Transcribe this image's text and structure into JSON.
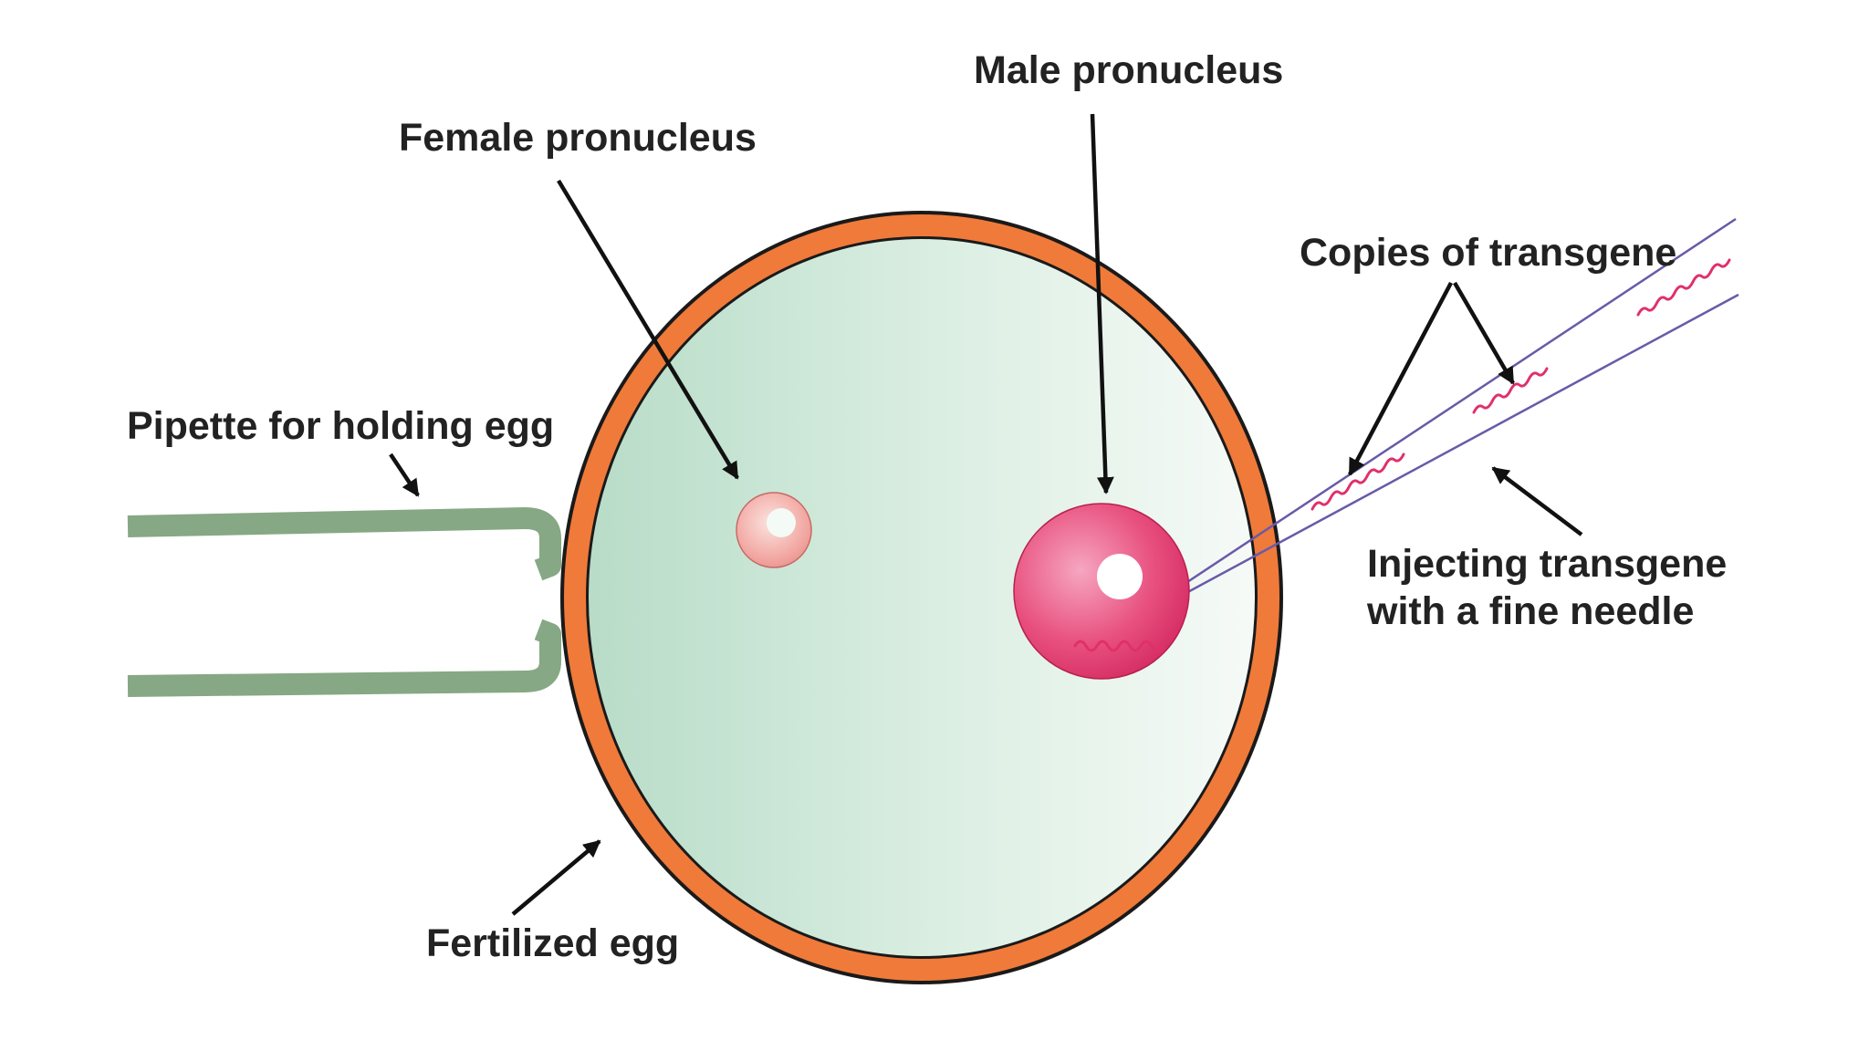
{
  "labels": {
    "male_pronucleus": "Male pronucleus",
    "female_pronucleus": "Female pronucleus",
    "copies_of_transgene": "Copies of transgene",
    "pipette": "Pipette for holding egg",
    "injecting_line1": "Injecting transgene",
    "injecting_line2": "with a fine needle",
    "fertilized_egg": "Fertilized egg"
  },
  "colors": {
    "egg_membrane": "#f07a3a",
    "egg_outline": "#1a1a1a",
    "egg_cytoplasm_left": "#b8dcc8",
    "egg_cytoplasm_right": "#f6faf7",
    "pipette": "#86a884",
    "male_pronucleus": "#e0306a",
    "female_pronucleus": "#f2a7a2",
    "needle_line": "#6a5aa8",
    "transgene": "#e0306a",
    "arrow": "#111111"
  }
}
